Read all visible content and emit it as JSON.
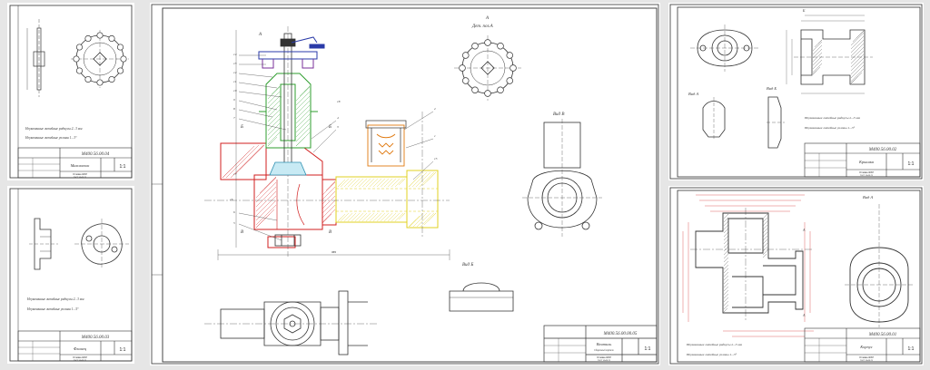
{
  "sheet_mahovichok": {
    "notes": [
      "Неуказанные литейные радиусы 2...3 мм",
      "Неуказанные литейные уклоны 1...3°"
    ],
    "code": "М400.56.00.04",
    "name": "Маховичок",
    "scale": "1:1",
    "material": [
      "Отливка 40ХЛ",
      "ГОСТ 4543-71"
    ]
  },
  "sheet_flanets": {
    "notes": [
      "Неуказанные литейные радиусы 2...3 мм",
      "Неуказанные литейные уклоны 1...5°"
    ],
    "code": "М400.56.00.03",
    "name": "Фланец",
    "scale": "1:1",
    "material": [
      "Отливка 40ХЛ",
      "ГОСТ 4543-71"
    ]
  },
  "sheet_assembly": {
    "section_label": "А",
    "detail_label": "Дет. поз.А",
    "view_b": "Вид В",
    "view_v": "Вид Б",
    "cut_labels": [
      "А",
      "Б",
      "Б",
      "В",
      "В"
    ],
    "code": "М400.56.00.00.05",
    "name": "Вентиль",
    "subname": "Сборочный чертеж",
    "scale": "1:1",
    "material": [
      "Отливка 40ХЛ",
      "ГОСТ 4543-71"
    ],
    "positions": [
      "14",
      "13",
      "12",
      "11",
      "10",
      "9",
      "8",
      "7",
      "6",
      "5",
      "4",
      "3",
      "2",
      "1",
      "15",
      "16",
      "17",
      "18"
    ]
  },
  "sheet_kryshka": {
    "view_a": "Вид А",
    "view_b": "Вид Б",
    "cut": "Б",
    "notes": [
      "Неуказанные литейные радиусы 2...3 мм",
      "Неуказанные литейные уклоны 1...3°"
    ],
    "code": "М400.56.00.02",
    "name": "Крышка",
    "scale": "1:1",
    "material": [
      "Отливка 40ХЛ",
      "ГОСТ 4543-71"
    ]
  },
  "sheet_korpus": {
    "view_a": "Вид А",
    "cut": "А",
    "notes": [
      "Неуказанные литейные радиусы 2...3 мм",
      "Неуказанные литейные уклоны 1...3°"
    ],
    "code": "М400.56.00.01",
    "name": "Корпус",
    "scale": "1:1",
    "material": [
      "Отливка 40ХЛ",
      "ГОСТ 4543-71"
    ]
  },
  "colors": {
    "green": "#2e9e2e",
    "red": "#d11f1f",
    "yellow": "#e0d020",
    "blue": "#2a3aa8",
    "purple": "#7a2f9a",
    "orange": "#e07a10"
  }
}
